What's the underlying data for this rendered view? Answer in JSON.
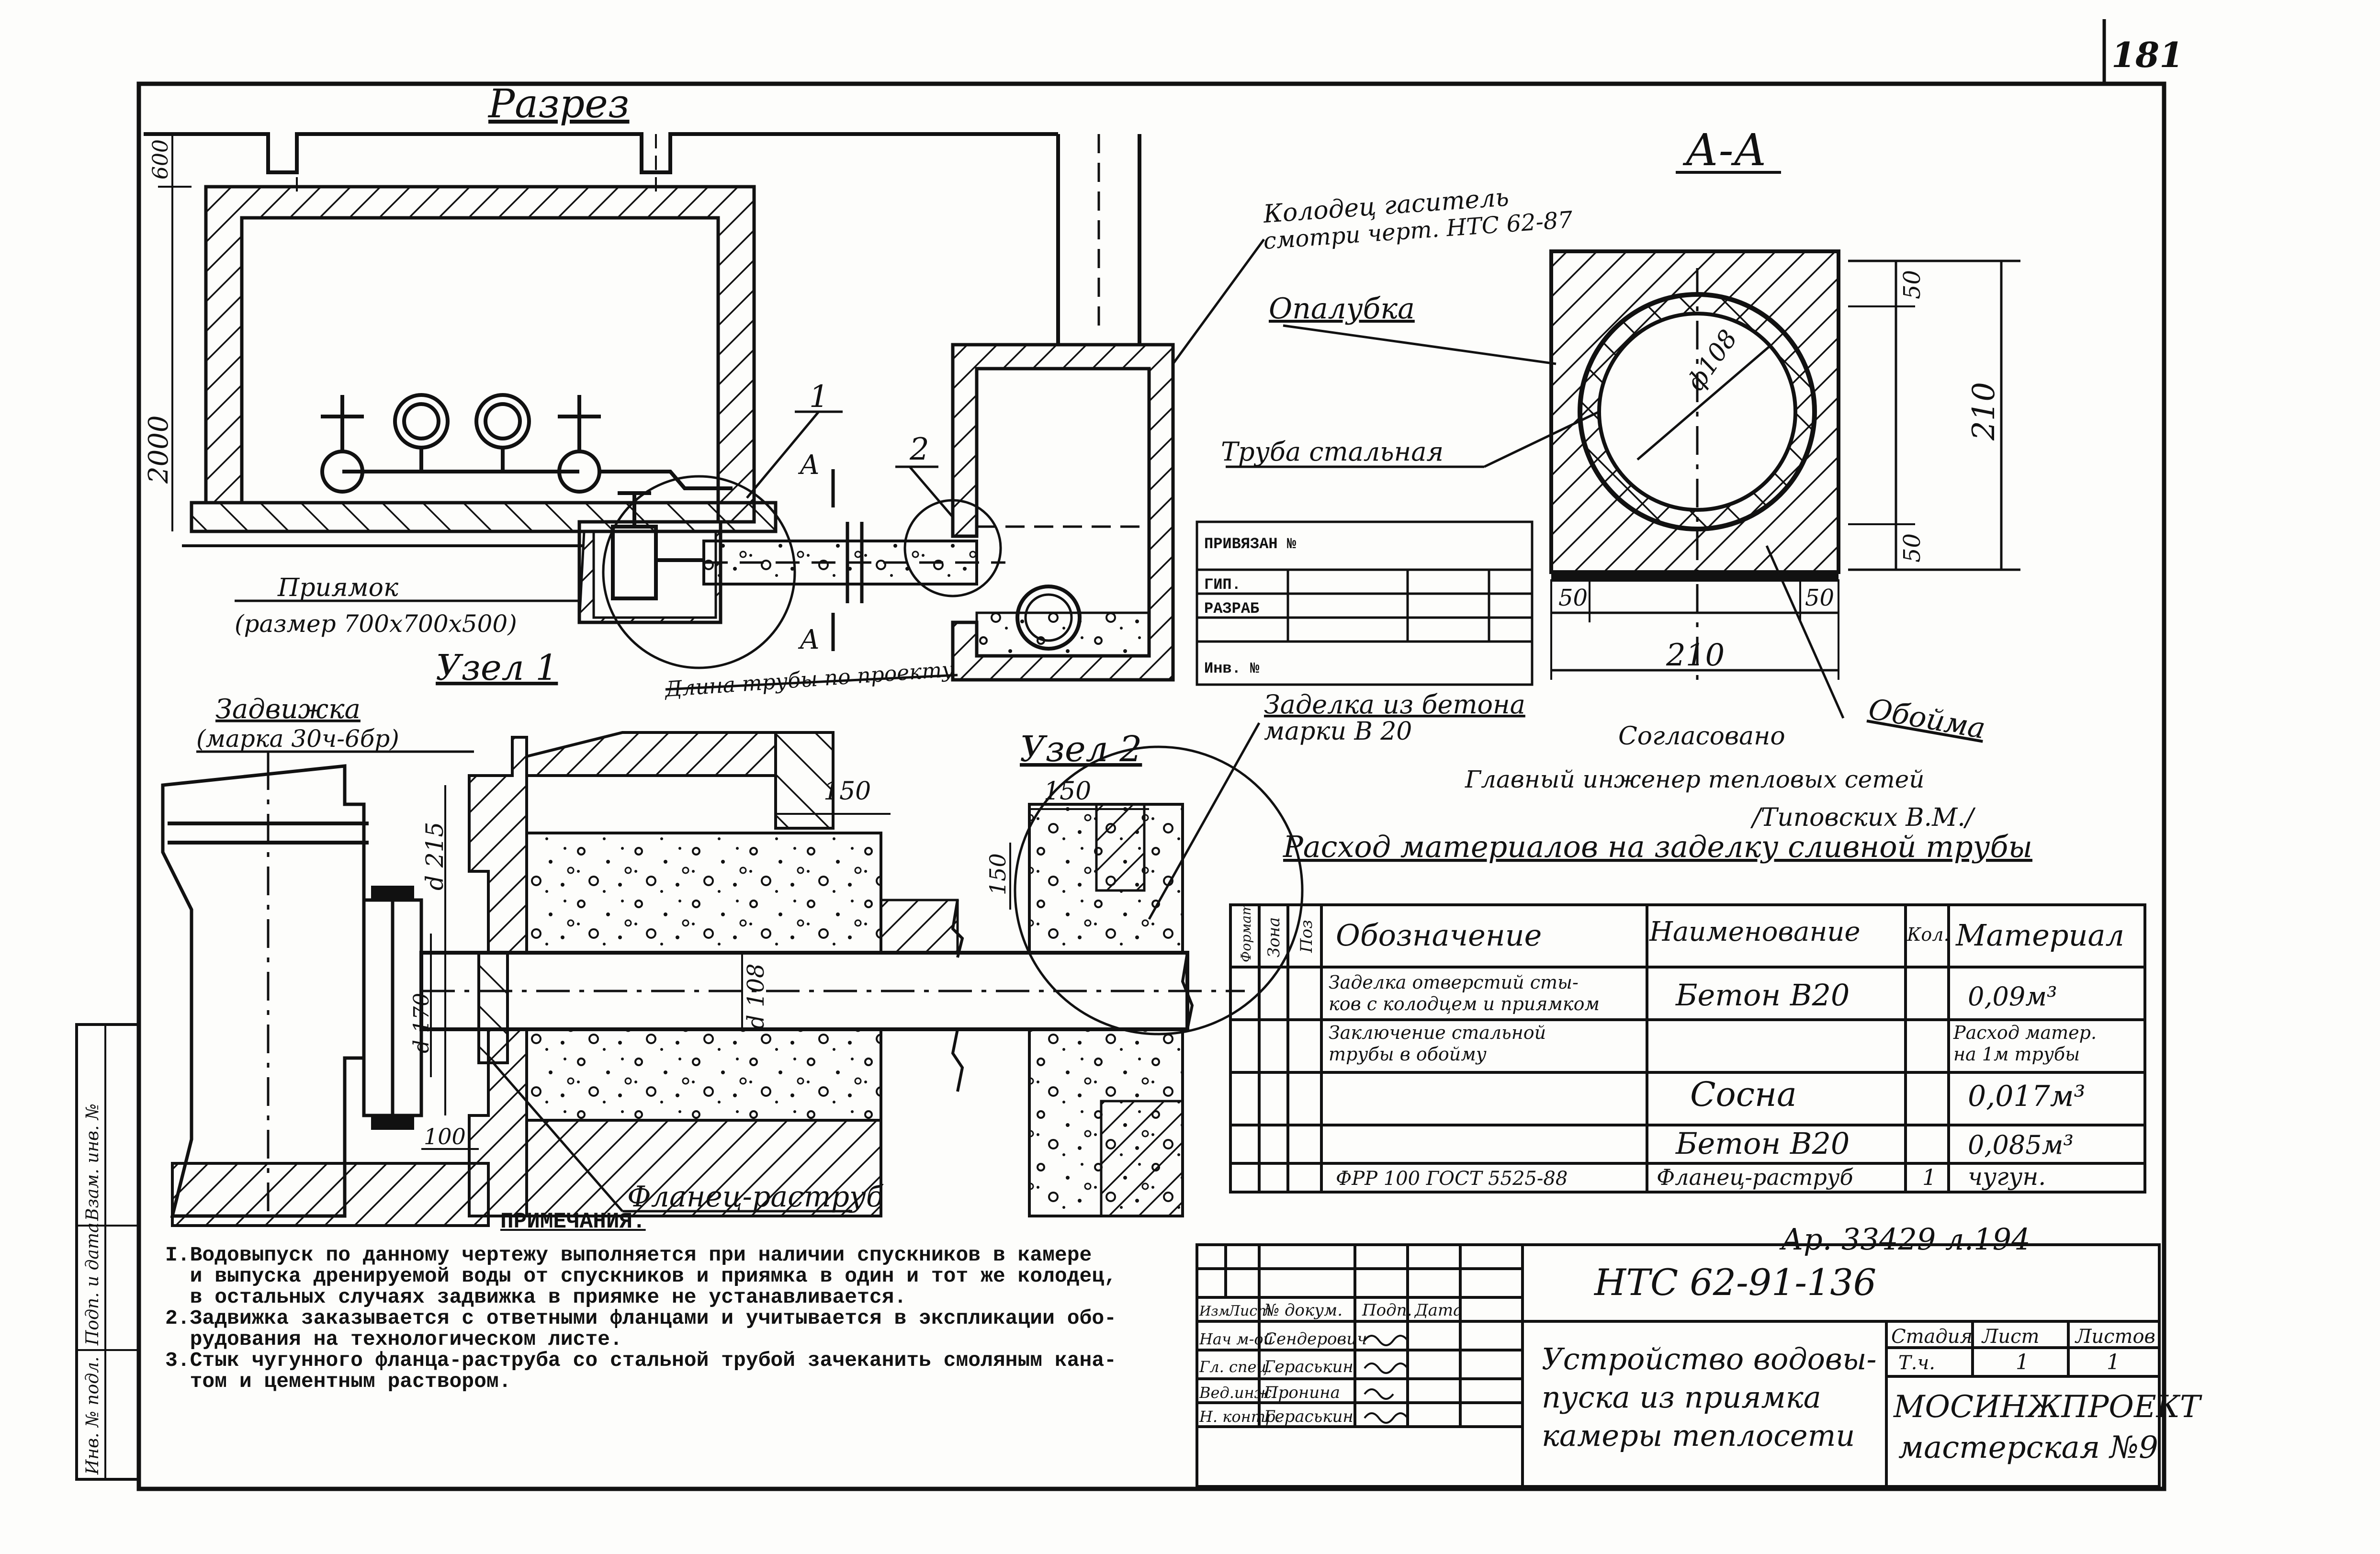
{
  "sheet_number": "181",
  "sections": {
    "razrez": "Разрез",
    "aa": "А-А",
    "uzel1": "Узел 1",
    "uzel2": "Узел 2",
    "a_mark": "А"
  },
  "callouts": {
    "kolodets_1": "Колодец гаситель",
    "kolodets_2": "смотри черт. НТС 62-87",
    "opalubka": "Опалубка",
    "truba": "Труба стальная",
    "obojma": "Обойма",
    "priyamok_1": "Приямок",
    "priyamok_2": "(размер 700х700х500)",
    "dlina": "Длина трубы по проекту",
    "zadvizhka_1": "Задвижка",
    "zadvizhka_2": "(марка 30ч-6бр)",
    "zadelka_1": "Заделка из бетона",
    "zadelka_2": "марки В 20",
    "flanets": "Фланец-раструб",
    "leader_1": "1",
    "leader_2": "2"
  },
  "dimensions": {
    "d600": "600",
    "d2000": "2000",
    "aa_50_top": "50",
    "aa_50_bot": "50",
    "aa_210_v": "210",
    "aa_50_left": "50",
    "aa_50_right": "50",
    "aa_210_h": "210",
    "phi108": "ф108",
    "d215": "d 215",
    "d170": "d 170",
    "d108": "d 108",
    "d100": "100",
    "d150_a": "150",
    "d150_b": "150",
    "d150_c": "150"
  },
  "approval": {
    "line1": "Согласовано",
    "line2": "Главный инженер тепловых сетей",
    "line3": "/Типовских В.М./"
  },
  "binding_table": {
    "privyazan": "ПРИВЯЗАН №",
    "gip": "ГИП.",
    "razrab": "РАЗРАБ",
    "inv": "Инв. №"
  },
  "materials": {
    "title": "Расход материалов на заделку сливной трубы",
    "headers": {
      "format": "Формат",
      "zona": "Зона",
      "poz": "Поз",
      "oboznachenie": "Обозначение",
      "naimenovanie": "Наименование",
      "kol": "Кол.",
      "material": "Материал"
    },
    "rows": [
      {
        "obozn_1": "Заделка отверстий сты-",
        "obozn_2": "ков с колодцем и приямком",
        "naim": "Бетон В20",
        "kol": "",
        "mat": "0,09м³"
      },
      {
        "obozn_1": "Заключение стальной",
        "obozn_2": "трубы в обойму",
        "naim": "",
        "kol": "",
        "mat_1": "Расход матер.",
        "mat_2": "на 1м трубы"
      },
      {
        "obozn_1": "",
        "obozn_2": "",
        "naim": "Сосна",
        "kol": "",
        "mat": "0,017м³"
      },
      {
        "obozn_1": "",
        "obozn_2": "",
        "naim": "Бетон В20",
        "kol": "",
        "mat": "0,085м³"
      },
      {
        "obozn_1": "ФРР 100 ГОСТ 5525-88",
        "obozn_2": "",
        "naim": "Фланец-раструб",
        "kol": "1",
        "mat": "чугун."
      }
    ]
  },
  "archive_note": "Ар. 33429 л.194",
  "notes": {
    "title": "ПРИМЕЧАНИЯ.",
    "lines": [
      "I.Водовыпуск по данному чертежу выполняется при наличии спускников в камере",
      "  и выпуска дренируемой воды от спускников и приямка в один и тот же колодец,",
      "  в остальных случаях задвижка в приямке не устанавливается.",
      "2.Задвижка заказывается с ответными фланцами и учитывается в экспликации обо-",
      "  рудования на технологическом листе.",
      "3.Стык чугунного фланца-раструба со стальной трубой зачеканить смоляным кана-",
      "  том и цементным раствором."
    ]
  },
  "title_block": {
    "code": "НТС 62-91-136",
    "rev_headers": [
      "Изм",
      "Лист",
      "№ докум.",
      "Подп.",
      "Дата"
    ],
    "people": [
      {
        "role": "Нач м-ой",
        "name": "Сендерович",
        "sign": "подп."
      },
      {
        "role": "Гл. спец.",
        "name": "Гераськин",
        "sign": "подп."
      },
      {
        "role": "Вед.инж.",
        "name": "Пронина",
        "sign": "подп."
      },
      {
        "role": "Н. контр.",
        "name": "Гераськин",
        "sign": "подп."
      }
    ],
    "title_1": "Устройство водовы-",
    "title_2": "пуска из приямка",
    "title_3": "камеры теплосети",
    "stadiya_label": "Стадия",
    "list_label": "Лист",
    "listov_label": "Листов",
    "stadiya": "Т.ч.",
    "list": "1",
    "listov": "1",
    "org_1": "МОСИНЖПРОЕКТ",
    "org_2": "мастерская №9"
  },
  "margin_stamp": [
    "Инв. № подл.",
    "Подп. и дата",
    "Взам. инв. №"
  ],
  "colors": {
    "ink": "#111111",
    "paper": "#fdfdfb"
  }
}
